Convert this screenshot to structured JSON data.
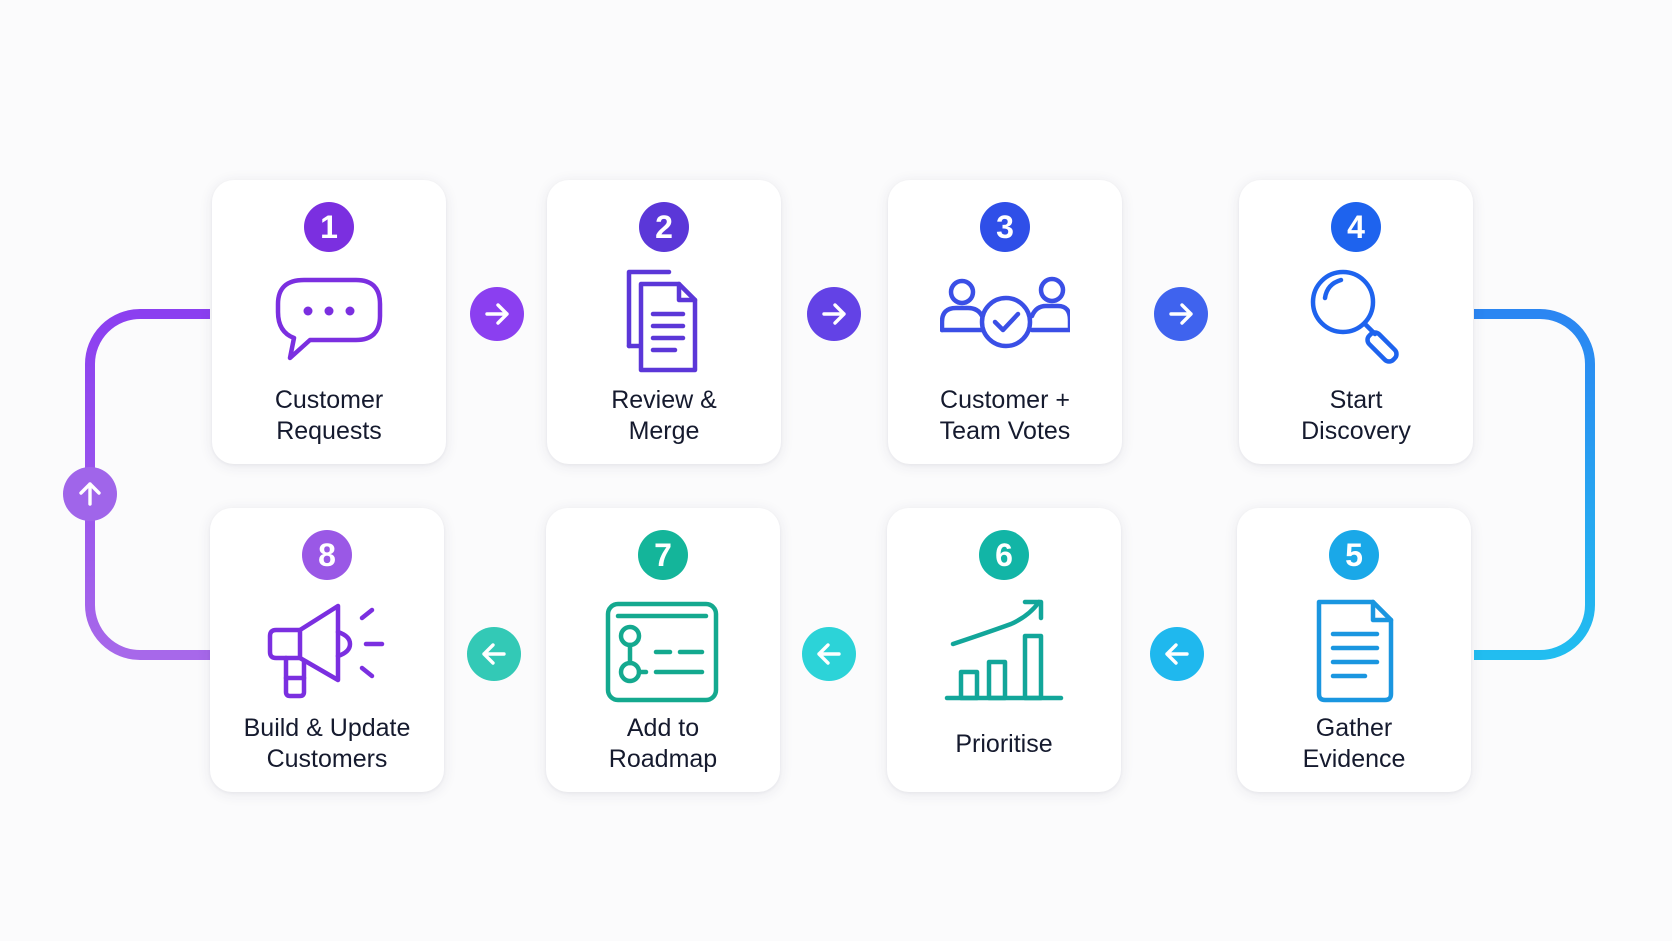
{
  "steps": [
    {
      "number": "1",
      "label": "Customer\nRequests",
      "icon": "chat-bubble-icon",
      "color": "#7b2fe0"
    },
    {
      "number": "2",
      "label": "Review &\nMerge",
      "icon": "documents-icon",
      "color": "#5b37d8"
    },
    {
      "number": "3",
      "label": "Customer +\nTeam Votes",
      "icon": "team-votes-icon",
      "color": "#2f4fe8"
    },
    {
      "number": "4",
      "label": "Start\nDiscovery",
      "icon": "magnifier-icon",
      "color": "#1e63ee"
    },
    {
      "number": "5",
      "label": "Gather\nEvidence",
      "icon": "document-icon",
      "color": "#1aa8e8"
    },
    {
      "number": "6",
      "label": "Prioritise",
      "icon": "growth-chart-icon",
      "color": "#12b5a6"
    },
    {
      "number": "7",
      "label": "Add to\nRoadmap",
      "icon": "roadmap-list-icon",
      "color": "#14b59a"
    },
    {
      "number": "8",
      "label": "Build & Update\nCustomers",
      "icon": "megaphone-icon",
      "color": "#9a58e6"
    }
  ],
  "arrows": [
    {
      "from": "1",
      "to": "2",
      "direction": "right",
      "icon": "arrow-right-icon",
      "color": "#8b3ff0"
    },
    {
      "from": "2",
      "to": "3",
      "direction": "right",
      "icon": "arrow-right-icon",
      "color": "#6342e6"
    },
    {
      "from": "3",
      "to": "4",
      "direction": "right",
      "icon": "arrow-right-icon",
      "color": "#3f63ee"
    },
    {
      "from": "4",
      "to": "5",
      "direction": "down",
      "color": "#1f8af2"
    },
    {
      "from": "5",
      "to": "6",
      "direction": "left",
      "icon": "arrow-left-icon",
      "color": "#1fb8ee"
    },
    {
      "from": "6",
      "to": "7",
      "direction": "left",
      "icon": "arrow-left-icon",
      "color": "#2cd3d8"
    },
    {
      "from": "7",
      "to": "8",
      "direction": "left",
      "icon": "arrow-left-icon",
      "color": "#33c9b6"
    },
    {
      "from": "8",
      "to": "1",
      "direction": "up",
      "icon": "arrow-up-icon",
      "color": "#a065ea"
    }
  ],
  "colors": {
    "text": "#151a2e",
    "card": "#ffffff",
    "background": "#fbfbfc"
  }
}
